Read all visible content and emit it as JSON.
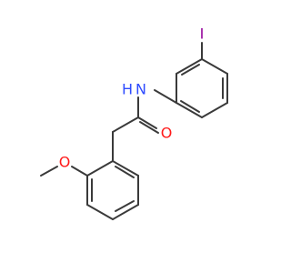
{
  "molecule": {
    "atoms": [
      {
        "id": "I",
        "label": "I",
        "color": "#94009a"
      },
      {
        "id": "N",
        "label": "N",
        "color": "#2f4cff"
      },
      {
        "id": "H",
        "label": "H",
        "color": "#2f4cff"
      },
      {
        "id": "O1",
        "label": "O",
        "color": "#ff1a1a"
      },
      {
        "id": "O2",
        "label": "O",
        "color": "#ff1a1a"
      }
    ],
    "bond_color": "#3a3a3a",
    "background": "#ffffff"
  }
}
